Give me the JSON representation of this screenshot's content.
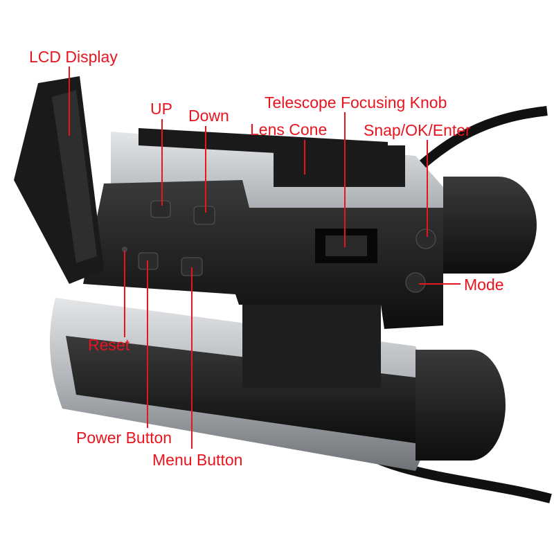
{
  "labels": {
    "lcd_display": "LCD Display",
    "up": "UP",
    "down": "Down",
    "telescope_focusing_knob": "Telescope Focusing Knob",
    "lens_cone": "Lens Cone",
    "snap_ok_enter": "Snap/OK/Enter",
    "mode": "Mode",
    "reset": "Reset",
    "power_button": "Power Button",
    "menu_button": "Menu Button"
  },
  "colors": {
    "label": "#e8141e",
    "body_silver": "#b8bcc0",
    "rubber": "#1c1c1c"
  }
}
